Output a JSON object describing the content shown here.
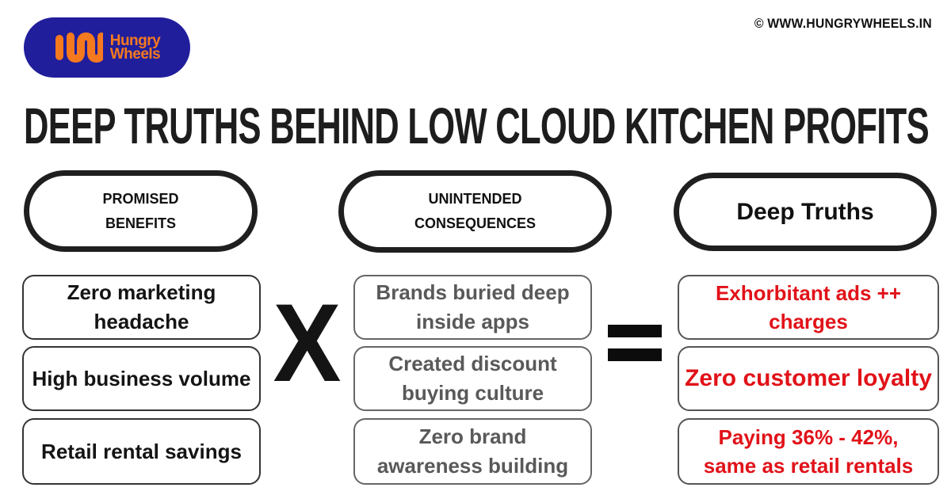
{
  "brand": {
    "logo_text_line1": "Hungry",
    "logo_text_line2": "Wheels",
    "colors": {
      "navy": "#211e9b",
      "orange": "#f5791f"
    }
  },
  "copyright": "© WWW.HUNGRYWHEELS.IN",
  "title": "DEEP TRUTHS BEHIND LOW CLOUD KITCHEN PROFITS",
  "operators": {
    "multiply": "X",
    "equals": "="
  },
  "colors": {
    "red_accent": "#e11219",
    "gray_text": "#595959",
    "black_text": "#141414"
  },
  "columns": [
    {
      "id": "promised-benefits",
      "header_lines": [
        "PROMISED",
        "BENEFITS"
      ],
      "items": [
        "Zero marketing\nheadache",
        "High business volume",
        "Retail rental savings"
      ]
    },
    {
      "id": "unintended-consequences",
      "header_lines": [
        "UNINTENDED",
        "CONSEQUENCES"
      ],
      "items": [
        "Brands buried deep\ninside apps",
        "Created discount\nbuying culture",
        "Zero brand\nawareness building"
      ]
    },
    {
      "id": "deep-truths",
      "header_lines": [
        "Deep Truths"
      ],
      "items": [
        "Exhorbitant ads ++\ncharges",
        "Zero customer loyalty",
        "Paying 36% - 42%,\nsame as retail rentals"
      ]
    }
  ]
}
